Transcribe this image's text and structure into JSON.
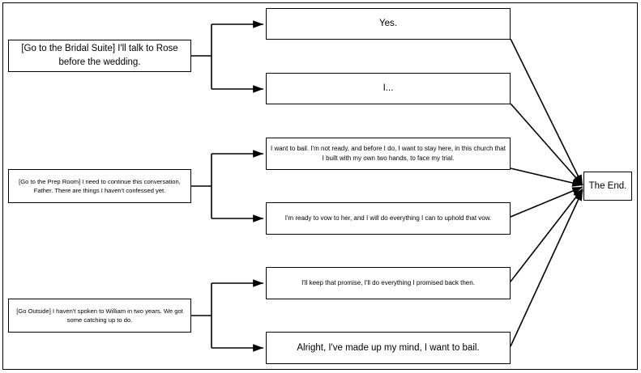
{
  "diagram": {
    "title": "Dialogue branch flowchart",
    "colors": {
      "stroke": "#000000",
      "fill": "#ffffff",
      "text": "#000000"
    },
    "nodes": {
      "bridal_suite": "[Go to the Bridal Suite] I'll talk to Rose before the wedding.",
      "yes": "Yes.",
      "i_ellipsis": "I...",
      "prep_room": "[Go to the Prep Room] I need to continue this conversation, Father. There are things I haven't confessed yet.",
      "want_to_bail": "I want to bail. I'm not ready, and before I do, I want to stay here, in this church that I built with my own two hands, to face my trial.",
      "ready_to_vow": "I'm ready to vow to her, and I will do everything I can to uphold that vow.",
      "go_outside": "[Go Outside] I haven't spoken to William in two years. We got some catching up to do.",
      "keep_promise": "I'll keep that promise, I'll do everything I promised back then.",
      "made_up_mind": "Alright, I've made up my mind, I want to bail.",
      "the_end": "The End."
    }
  }
}
